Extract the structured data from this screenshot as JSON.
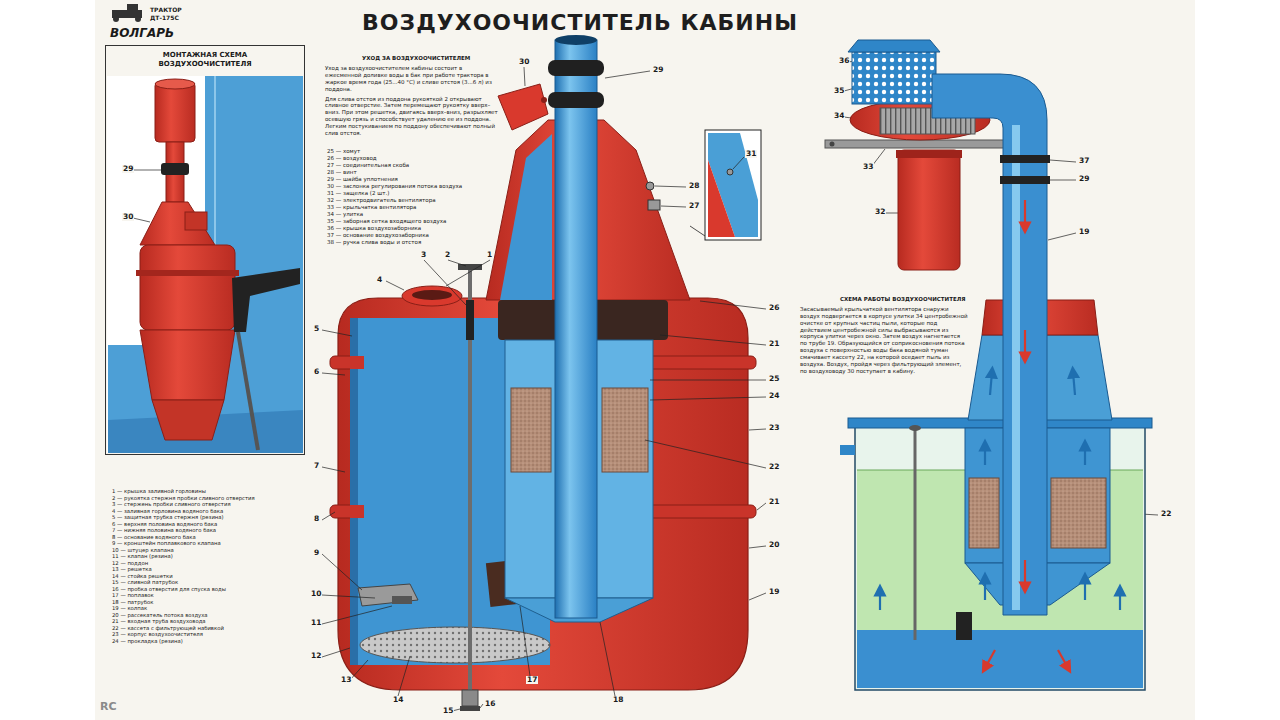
{
  "diagram": {
    "title": "ВОЗДУХООЧИСТИТЕЛЬ КАБИНЫ",
    "nodes": [
      {
        "text": [
          "МОНТАЖНАЯ СХЕМА ВОЗДУХООЧИСТИТЕЛЯ"
        ]
      }
    ],
    "labels": [
      "ТРАКТОР ДТ-175С",
      "ВОЛГАРЬ",
      "УХОД ЗА ВОЗДУХООЧИСТИТЕЛЕМ",
      "Уход за воздухоочистителем кабины состоит в ежесменной доливке воды в бак при работе трактора в жаркое время года (25...40 °С) и сливе отстоя (3...6 л) из поддона.",
      "Для слива отстоя из поддона рукояткой 2 открывают сливное отверстие. Затем перемещают рукоятку вверх–вниз. При этом решетка, двигаясь вверх–вниз, разрыхляет осевшую грязь и способствует удалению ее из поддона. Легким постукиванием по поддону обеспечивают полный слив отстоя.",
      "25 — хомут",
      "26 — воздуховод",
      "27 — соединительная скоба",
      "28 — винт",
      "29 — шайба уплотнения",
      "30 — заслонка регулирования потока воздуха",
      "31 — защелка (2 шт.)",
      "32 — электродвигатель вентилятора",
      "33 — крыльчатка вентилятора",
      "34 — улитка",
      "35 — заборная сетка входящего воздуха",
      "36 — крышка воздухозаборника",
      "37 — основание воздухозаборника",
      "38 — ручка слива воды и отстоя",
      "1 — крышка заливной горловины",
      "2 — рукоятка стержня пробки сливного отверстия",
      "3 — стержень пробки сливного отверстия",
      "4 — заливная горловина водяного бака",
      "5 — защитная трубка стержня (резина)",
      "6 — верхняя половина водяного бака",
      "7 — нижняя половина водяного бака",
      "8 — основание водяного бака",
      "9 — кронштейн поплавкового клапана",
      "10 — штуцер клапана",
      "11 — клапан (резина)",
      "12 — поддон",
      "13 — решетка",
      "14 — стойка решетки",
      "15 — сливной патрубок",
      "16 — пробка отверстия для спуска воды",
      "17 — поплавок",
      "18 — патрубок",
      "19 — колпак",
      "20 — рассекатель потока воздуха",
      "21 — входная труба воздуховода",
      "22 — кассета с фильтрующей набивкой",
      "23 — корпус воздухоочистителя",
      "24 — прокладка (резина)",
      "1",
      "2",
      "3",
      "4",
      "5",
      "6",
      "7",
      "8",
      "9",
      "10",
      "11",
      "12",
      "13",
      "14",
      "15",
      "16",
      "17",
      "18",
      "19",
      "20",
      "21",
      "22",
      "23",
      "24",
      "25",
      "21",
      "26",
      "27",
      "28",
      "29",
      "30",
      "31",
      "36",
      "35",
      "34",
      "33",
      "32",
      "37",
      "29",
      "19",
      "22",
      "29",
      "30",
      "СХЕМА РАБОТЫ ВОЗДУХООЧИСТИТЕЛЯ",
      "Засасываемый крыльчаткой вентилятора снаружи воздух подвергается в корпусе улитки 34 центробежной очистке от крупных частиц пыли, которые под действием центробежной силы выбрасываются из корпуса улитки через окно. Затем воздух нагнетается по трубе 19. Образующийся от соприкосновения потока воздуха с поверхностью воды бака водяной туман смачивает кассету 22, на которой оседает пыль из воздуха. Воздух, пройдя через фильтрующий элемент, по воздуховоду 30 поступает в кабину.",
      "RC"
    ]
  }
}
